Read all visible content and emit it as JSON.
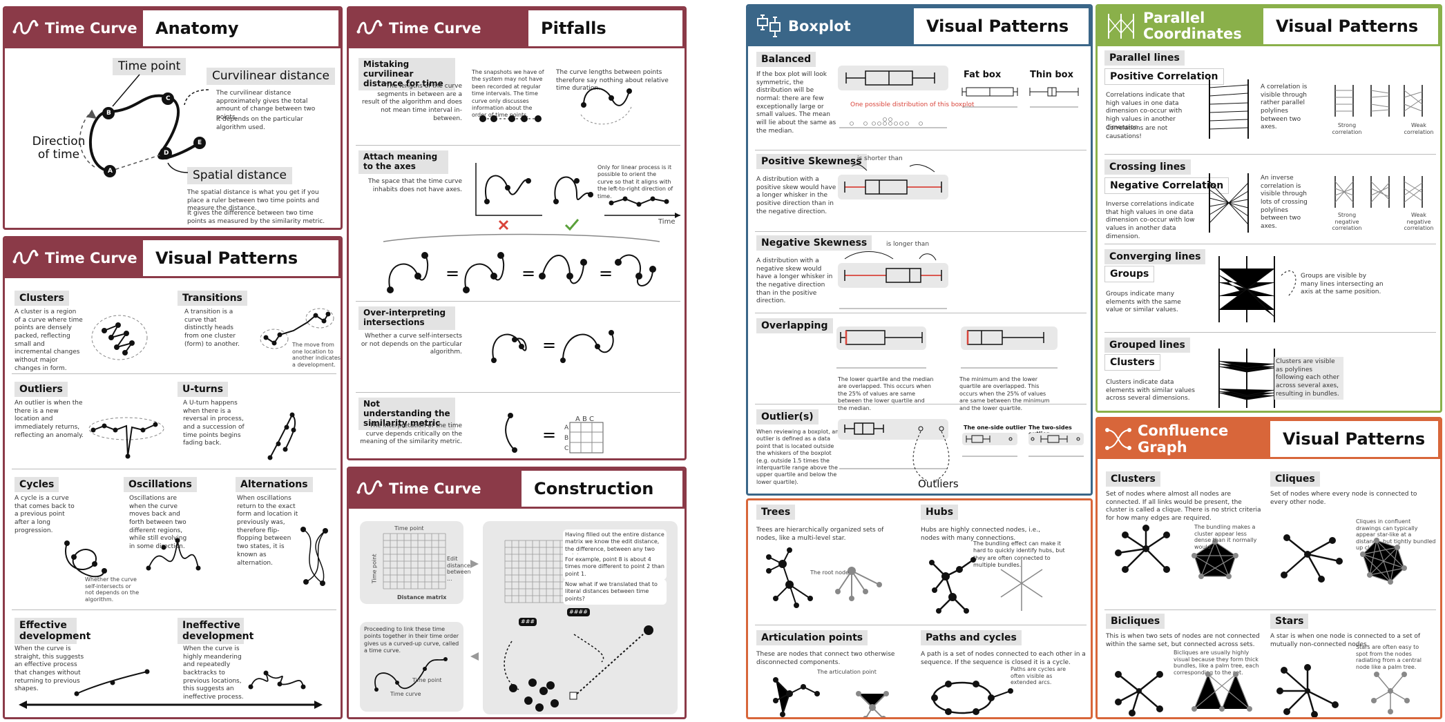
{
  "brands": {
    "time_curve": "Time Curve",
    "boxplot": "Boxplot",
    "parallel": "Parallel Coordinates",
    "confluence": "Confluence Graph"
  },
  "anatomy": {
    "section": "Anatomy",
    "time_point": "Time point",
    "curvilinear": "Curvilinear distance",
    "direction": "Direction of time",
    "spatial": "Spatial distance",
    "curv_text1": "The curvilinear distance approximately gives the total amount of change between two points.",
    "curv_text2": "It depends on the particular algorithm used.",
    "spat_text1": "The spatial distance is what you get if you place a ruler between two time points and measure the distance.",
    "spat_text2": "It gives the difference between two time points as measured by the similarity metric.",
    "points": [
      "A",
      "B",
      "C",
      "D",
      "E"
    ]
  },
  "pitfalls": {
    "section": "Pitfalls",
    "p1_label": "Mistaking curvilinear distance for time",
    "p1_text": "The lengths of the curve segments in between are a result of the algorithm and does not mean time interval in-between.",
    "p1_text2": "The snapshots we have of the system may not have been recorded at regular time intervals. The time curve only discusses information about the order of time points.",
    "p1_text3": "The curve lengths between points therefore say nothing about relative time duration.",
    "p2_label": "Attach meaning to the axes",
    "p2_text": "The space that the time curve inhabits does not have axes.",
    "p2_text2": "Only for linear process is it possible to orient the curve so that it aligns with the left-to-right direction of time.",
    "p2_time": "Time",
    "p3_label": "Over-interpreting intersections",
    "p3_text": "Whether a curve self-intersects or not depends on the particular algorithm.",
    "p4_label": "Not understanding the similarity metric",
    "p4_text": "The interpretation of the time curve depends critically on the meaning of the similarity metric.",
    "matrix_cols": "A B C",
    "matrix_rows": [
      "A",
      "B",
      "C"
    ]
  },
  "tc_patterns": {
    "section": "Visual Patterns",
    "clusters": "Clusters",
    "clusters_text": "A cluster is a region of a curve where time points are densely packed, reflecting small and incremental changes without major changes in form.",
    "transitions": "Transitions",
    "transitions_text": "A transition is a curve that distinctly heads from one cluster (form) to another.",
    "transitions_note": "The move from one location to another indicates a development.",
    "outliers": "Outliers",
    "outliers_text": "An outlier is when the there is a new location and immediately returns, reflecting an anomaly.",
    "uturns": "U-turns",
    "uturns_text": "A U-turn happens when there is a reversal in process, and a succession of time points begins fading back.",
    "cycles": "Cycles",
    "cycles_text": "A cycle is a curve that comes back to a previous point after a long progression.",
    "cycles_note": "Whether the curve self-intersects or not depends on the algorithm.",
    "oscillations": "Oscillations",
    "oscillations_text": "Oscillations are when the curve moves back and forth between two different regions, while still evolving in some direction.",
    "alternations": "Alternations",
    "alternations_text": "When oscillations return to the exact form and location it previously was, therefore flip-flopping between two states, it is known as alternation.",
    "effective": "Effective development",
    "effective_text": "When the curve is straight, this suggests an effective process that changes without returning to previous shapes.",
    "ineffective": "Ineffective development",
    "ineffective_text": "When the curve is highly meandering and repeatedly backtracks to previous locations, this suggests an ineffective process."
  },
  "construction": {
    "section": "Construction",
    "time_point": "Time point",
    "time_point_y": "Time point",
    "distance_matrix": "Distance matrix",
    "edit_label": "Edit distance between ...",
    "note1": "Having filled out the entire distance matrix we know the edit distance, the difference, between any two points.",
    "note2": "For example, point 8 is about 4 times more different to point 2 than point 1.",
    "note3": "Now what if we translated that to literal distances between time points?",
    "bottom_text": "Proceeding to link these time points together in their time order gives us a curved-up curve, called a time curve.",
    "bottom_tp": "Time point",
    "bottom_tc": "Time curve",
    "chip1": "###",
    "chip2": "####"
  },
  "boxplot": {
    "section": "Visual Patterns",
    "balanced": "Balanced",
    "balanced_text": "If the box plot will look symmetric, the distribution will be normal: there are few exceptionally large or small values. The mean will lie about the same as the median.",
    "balanced_note": "One possible distribution of this boxplot",
    "fatbox": "Fat box",
    "thinbox": "Thin box",
    "pos_skew": "Positive Skewness",
    "pos_skew_text": "A distribution with a positive skew would have a longer whisker in the positive direction than in the negative direction.",
    "shorter": "is shorter than",
    "neg_skew": "Negative Skewness",
    "neg_skew_text": "A distribution with a negative skew would have a longer whisker in the negative direction than in the positive direction.",
    "longer": "is longer than",
    "overlapping": "Overlapping",
    "overlap_text1": "The lower quartile and the median are overlapped. This occurs when the 25% of values are same between the lower quartile and the median.",
    "overlap_text2": "The minimum and the lower quartile are overlapped. This occurs when the 25% of values are same between the minimum and the lower quartile.",
    "outliers": "Outlier(s)",
    "outliers_text": "When reviewing a boxplot, an outlier is defined as a data point that is located outside the whiskers of the boxplot (e.g. outside 1.5 times the interquartile range above the upper quartile and below the lower quartile).",
    "one_side": "The one-side outlier",
    "two_sides": "The two-sides outlier",
    "outliers_caption": "Outliers"
  },
  "parallel": {
    "section": "Visual Patterns",
    "parallel_lines": "Parallel lines",
    "pos_corr": "Positive Correlation",
    "pos_text": "Correlations indicate that high values in one data dimension co-occur with high values in another dimension.",
    "pos_text2": "Correlations are not causations!",
    "pos_note": "A correlation is visible through rather parallel polylines between two axes.",
    "strong": "Strong correlation",
    "weak": "Weak correlation",
    "crossing": "Crossing lines",
    "neg_corr": "Negative Correlation",
    "neg_text": "Inverse correlations indicate that high values in one data dimension co-occur with low values in another data dimension.",
    "neg_note": "An inverse correlation is visible through lots of crossing polylines between two axes.",
    "strong_neg": "Strong negative correlation",
    "weak_neg": "Weak negative correlation",
    "converging": "Converging lines",
    "groups": "Groups",
    "groups_text": "Groups indicate many elements with the same value or similar values.",
    "groups_note": "Groups are visible by many lines intersecting an axis at the same position.",
    "grouped": "Grouped lines",
    "clusters": "Clusters",
    "clusters_text": "Clusters indicate data elements with similar values across several dimensions.",
    "clusters_note": "Clusters are visible as polylines following each other across several axes, resulting in bundles."
  },
  "graph": {
    "trees": "Trees",
    "trees_text": "Trees are hierarchically organized sets of nodes, like a multi-level star.",
    "root": "The root node",
    "hubs": "Hubs",
    "hubs_text": "Hubs are highly connected nodes, i.e., nodes with many connections.",
    "hubs_note": "The bundling effect can make it hard to quickly identify hubs, but they are often connected to multiple bundles.",
    "articulation": "Articulation points",
    "articulation_text": "These are nodes that connect two otherwise disconnected components.",
    "articulation_note": "The articulation point",
    "paths": "Paths and cycles",
    "paths_text": "A path is a set of nodes connected to each other in a sequence. If the sequence is closed it is a cycle.",
    "paths_note": "Paths are cycles are often visible as extended arcs."
  },
  "confluence": {
    "section": "Visual Patterns",
    "clusters": "Clusters",
    "clusters_text": "Set of nodes where almost all nodes are connected. If all links would be present, the cluster is called a clique. There is no strict criteria for how many edges are required.",
    "clusters_note": "The bundling makes a cluster appear less dense than it normally would.",
    "cliques": "Cliques",
    "cliques_text": "Set of nodes where every node is connected to every other node.",
    "cliques_note": "Cliques in confluent drawings can typically appear star-like at a distance, but tightly bundled up close.",
    "bicliques": "Bicliques",
    "bicliques_text": "This is when two sets of nodes are not connected within the same set, but connected across sets.",
    "bicliques_note": "Bicliques are usually highly visual because they form thick bundles, like a palm tree, each corresponding to the set.",
    "stars": "Stars",
    "stars_text": "A star is when one node is connected to a set of mutually non-connected nodes.",
    "stars_note": "Stars are often easy to spot from the nodes radiating from a central node like a palm tree."
  }
}
